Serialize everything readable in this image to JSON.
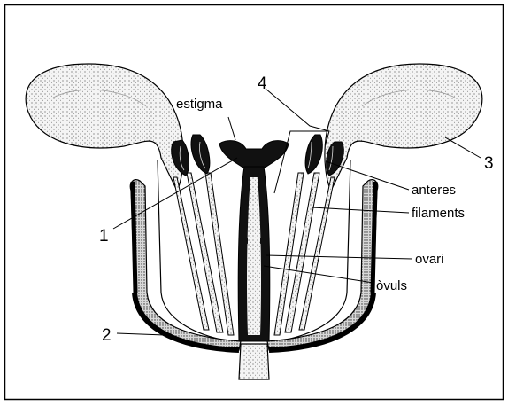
{
  "diagram": {
    "labels": {
      "estigma": "estigma",
      "anteres": "anteres",
      "filaments": "filaments",
      "ovari": "ovari",
      "ovuls": "òvuls",
      "n1": "1",
      "n2": "2",
      "n3": "3",
      "n4": "4"
    },
    "colors": {
      "outline": "#000000",
      "background": "#ffffff",
      "stipple": "#5a5a5a",
      "petal_fill": "#f2f2f2"
    }
  }
}
